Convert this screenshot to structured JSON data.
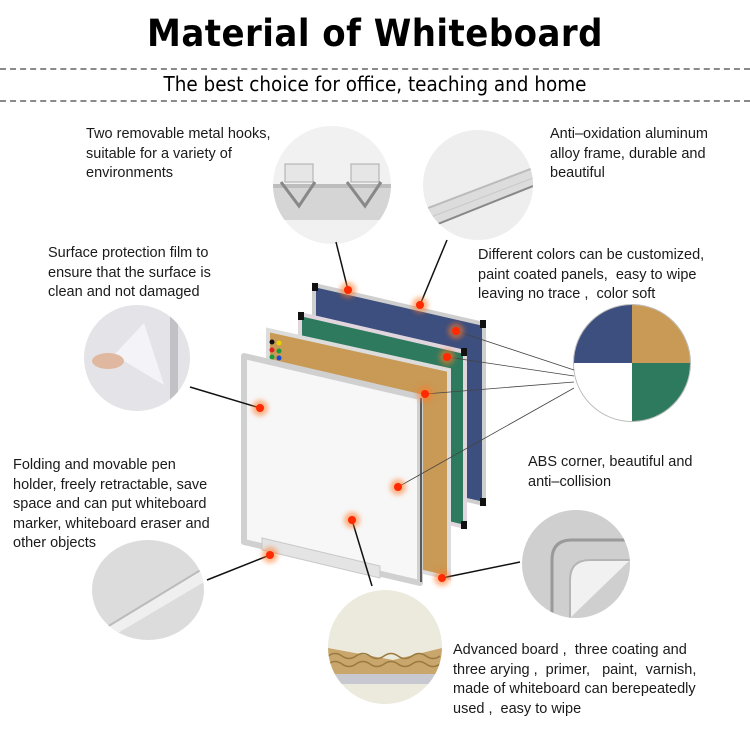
{
  "header": {
    "title": "Material of Whiteboard",
    "subtitle": "The best choice for office, teaching and home"
  },
  "features": [
    {
      "id": "hooks",
      "text": "Two removable metal hooks,\nsuitable for a variety of\nenvironments",
      "image": "metal-hooks"
    },
    {
      "id": "frame",
      "text": "Anti–oxidation aluminum\nalloy frame, durable and\nbeautiful",
      "image": "aluminum-frame"
    },
    {
      "id": "film",
      "text": "Surface protection film to\nensure that the surface is\nclean and not damaged",
      "image": "protection-film"
    },
    {
      "id": "colors",
      "text": "Different colors can be customized,\npaint coated panels,  easy to wipe\nleaving no trace ,  color soft",
      "image": "color-swatches"
    },
    {
      "id": "penholder",
      "text": "Folding and movable pen\nholder, freely retractable, save\nspace and can put whiteboard\nmarker, whiteboard eraser and\nother objects",
      "image": "pen-holder"
    },
    {
      "id": "corner",
      "text": "ABS corner, beautiful and\nanti–collision",
      "image": "abs-corner"
    },
    {
      "id": "board",
      "text": "Advanced board ,  three coating and\nthree arying ,  primer,   paint,  varnish,\nmade of whiteboard can berepeatedly\nused ,  easy to wipe",
      "image": "board-layers"
    }
  ],
  "colors": {
    "navy": "#3d4f7e",
    "cork": "#c99a55",
    "green": "#2e7a5e",
    "white": "#ffffff",
    "marker": "#ff2a00"
  }
}
